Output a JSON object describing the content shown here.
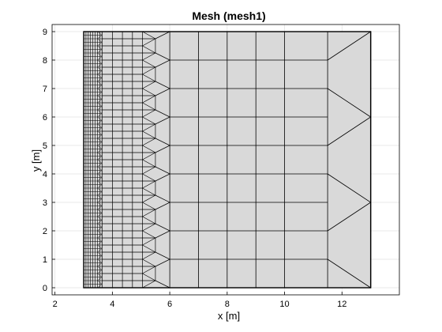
{
  "chart_data": {
    "type": "mesh",
    "title": "Mesh (mesh1)",
    "xlabel": "x [m]",
    "ylabel": "y [m]",
    "xlim": [
      1.9,
      14.0
    ],
    "ylim": [
      -0.25,
      9.25
    ],
    "xticks": [
      2,
      4,
      6,
      8,
      10,
      12
    ],
    "yticks": [
      0,
      1,
      2,
      3,
      4,
      5,
      6,
      7,
      8,
      9
    ],
    "grid": true,
    "domain": {
      "x": [
        3,
        13
      ],
      "y": [
        0,
        9
      ]
    },
    "fill_color": "#d9d9d9",
    "edge_color": "#000000",
    "fine_columns_x": [
      3.0,
      3.08,
      3.16,
      3.24,
      3.32,
      3.4,
      3.48,
      3.56,
      3.64
    ],
    "fine_row_step": 0.125,
    "mid_columns_x": [
      3.64,
      4.0,
      4.35,
      4.7,
      5.05
    ],
    "mid_row_step": 0.25,
    "transition": {
      "inner_x": 5.5,
      "outer_x": 6.0
    },
    "coarse_columns_x": [
      6,
      7,
      8,
      9,
      10,
      11.5,
      13
    ],
    "coarse_row_step": 1.0,
    "right_nodes_y": [
      0,
      3,
      6,
      9
    ]
  }
}
